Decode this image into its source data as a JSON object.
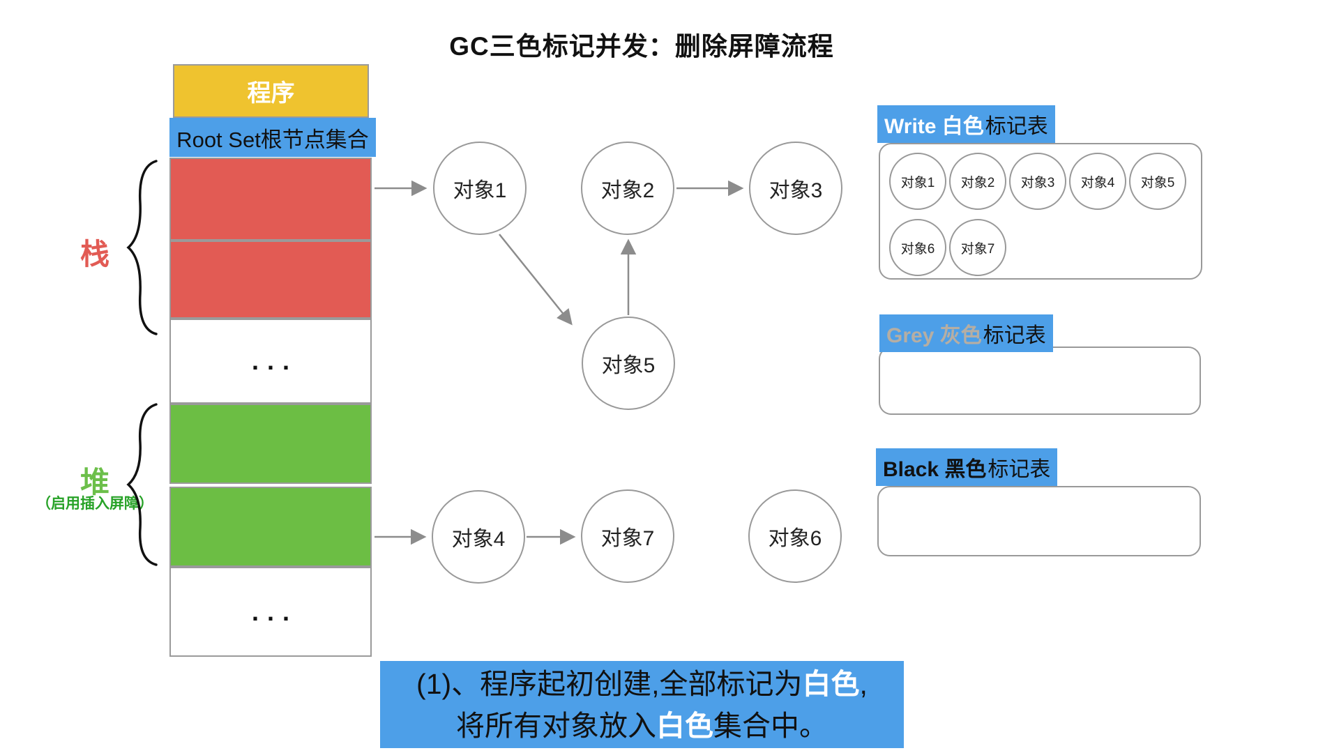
{
  "title": "GC三色标记并发：删除屏障流程",
  "colors": {
    "red": "#E25B54",
    "green": "#6CBE44",
    "yellow": "#EFC32F",
    "blue": "#4D9FE8",
    "grey_text": "#B6AEA3",
    "border_grey": "#999999",
    "arrow_grey": "#8C8C8C"
  },
  "memory_column": {
    "program_label": "程序",
    "root_set_label": "Root Set根节点集合",
    "stack_label": "栈",
    "heap_label": "堆",
    "heap_note": "（启用插入屏障）",
    "ellipsis": "...",
    "cells": [
      {
        "type": "stack",
        "color": "red"
      },
      {
        "type": "stack",
        "color": "red"
      },
      {
        "type": "gap",
        "color": "white"
      },
      {
        "type": "heap",
        "color": "green"
      },
      {
        "type": "heap",
        "color": "green"
      },
      {
        "type": "gap",
        "color": "white"
      }
    ]
  },
  "graph": {
    "nodes": [
      {
        "label": "对象1"
      },
      {
        "label": "对象2"
      },
      {
        "label": "对象3"
      },
      {
        "label": "对象5"
      },
      {
        "label": "对象4"
      },
      {
        "label": "对象7"
      },
      {
        "label": "对象6"
      }
    ],
    "edges": [
      "root-set → 对象1",
      "对象1 → 对象5",
      "对象5 → 对象2",
      "对象2 → 对象3",
      "heap → 对象4",
      "对象4 → 对象7"
    ]
  },
  "tables": {
    "white": {
      "badge_highlight": "Write 白色",
      "badge_rest": "标记表",
      "items": [
        "对象1",
        "对象2",
        "对象3",
        "对象4",
        "对象5",
        "对象6",
        "对象7"
      ]
    },
    "grey": {
      "badge_highlight": "Grey 灰色",
      "badge_rest": "标记表",
      "items": []
    },
    "black": {
      "badge_highlight": "Black 黑色",
      "badge_rest": "标记表",
      "items": []
    }
  },
  "caption": {
    "line1_prefix": "(1)、程序起初创建,全部标记为",
    "line1_highlight": "白色",
    "line1_suffix": ",",
    "line2_prefix": "将所有对象放入",
    "line2_highlight": "白色",
    "line2_suffix": "集合中。"
  }
}
